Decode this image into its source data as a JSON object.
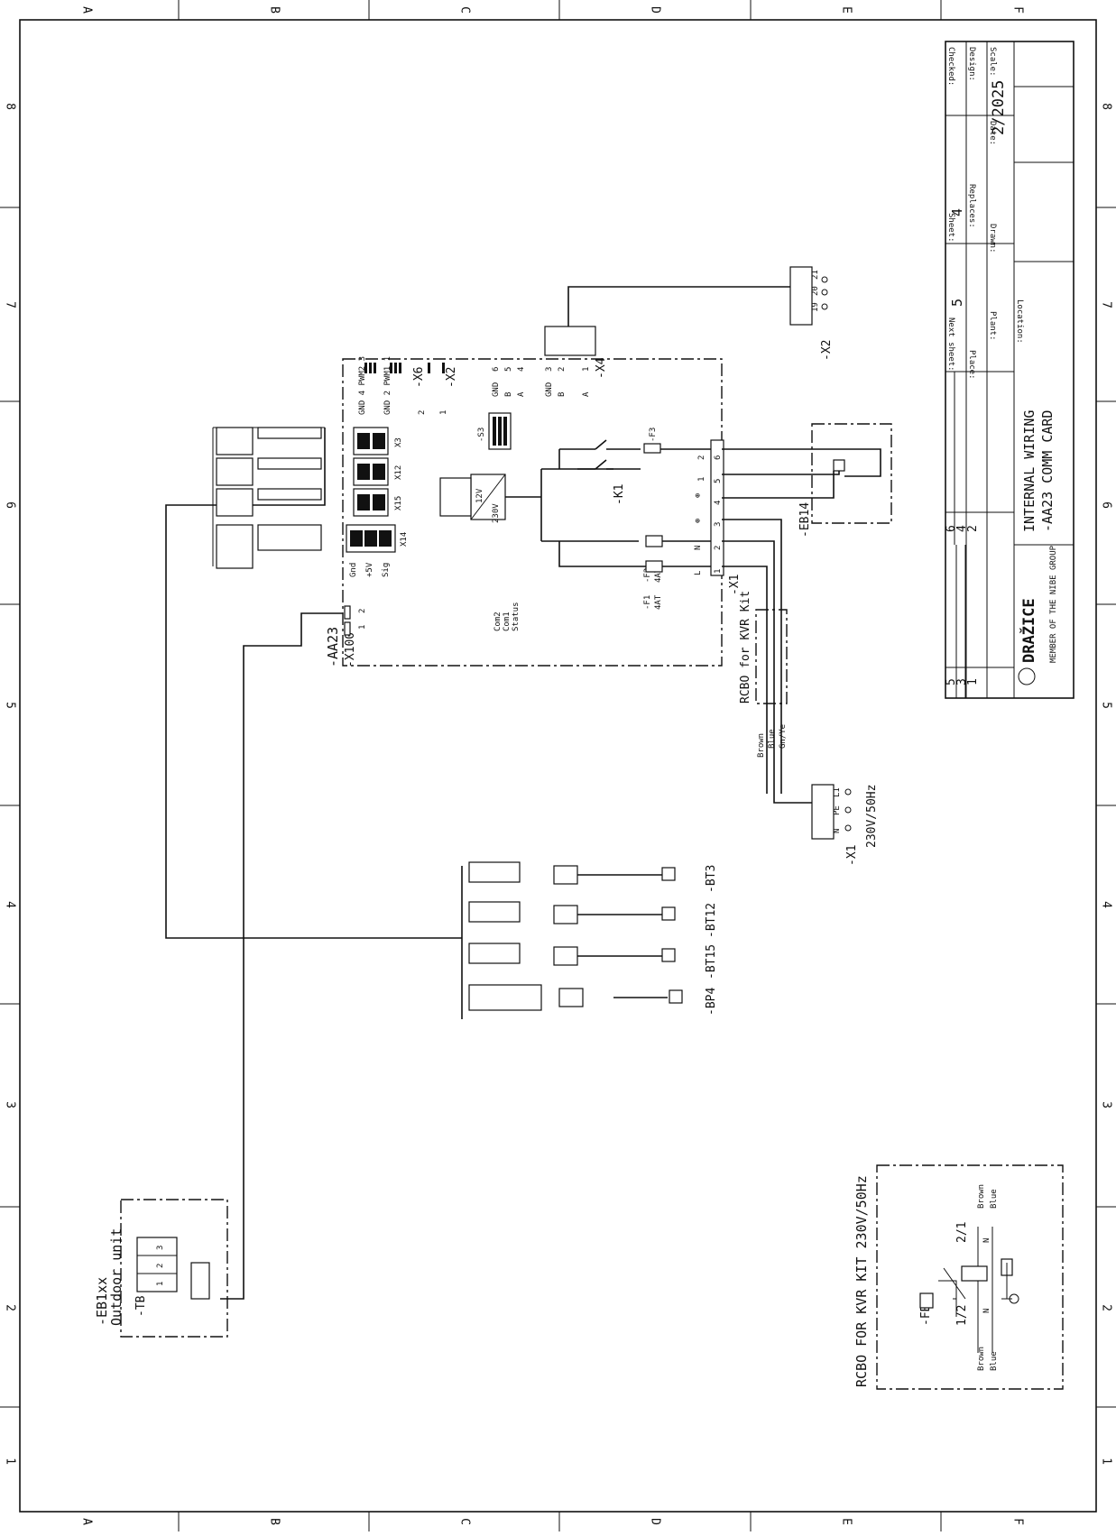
{
  "border": {
    "columns": [
      "A",
      "B",
      "C",
      "D",
      "E",
      "F"
    ],
    "rows": [
      "8",
      "7",
      "6",
      "5",
      "4",
      "3",
      "2",
      "1"
    ]
  },
  "title_block": {
    "checked_label": "Checked:",
    "scale_label": "Scale:",
    "design_label": "Design:",
    "date_label": "Date:",
    "date_value": "2/2025",
    "sheet_label": "Sheet:",
    "sheet_value": "4",
    "replaces_label": "Replaces:",
    "drawn_label": "Drawn:",
    "next_sheet_label": "Next sheet:",
    "next_sheet_value": "5",
    "plant_label": "Plant:",
    "place_label": "Place:",
    "location_label": "Location:",
    "title_line1": "INTERNAL WIRING",
    "title_line2": "-AA23 COMM CARD",
    "rev_left": [
      "5",
      "3",
      "1"
    ],
    "rev_right": [
      "6",
      "4",
      "2"
    ],
    "logo_text": "DRAŽICE",
    "logo_sub": "MEMBER OF THE NIBE GROUP"
  },
  "card": {
    "designation": "-AA23",
    "x100": "-X100",
    "x100_pins": [
      "2",
      "1"
    ],
    "x6": "-X6",
    "x2": "-X2",
    "x4": "-X4",
    "x2_pins": [
      "6",
      "5",
      "4",
      "3",
      "2",
      "1"
    ],
    "x2_sig": [
      "GND",
      "B",
      "A",
      "GND",
      "B",
      "A"
    ],
    "x6_pins": [
      "2",
      "1"
    ],
    "pwm2": "GND 4 PWM2 3",
    "pwm1": "GND 2 PWM1 1",
    "x3": "X3",
    "x12": "X12",
    "x15": "X15",
    "x14": "X14",
    "x14_sig": [
      "Gnd",
      "+5V",
      "Sig"
    ],
    "s3": "-S3",
    "leds": [
      "Com2",
      "Com1",
      "Status"
    ],
    "psu": [
      "12V",
      "230V"
    ],
    "k1": "-K1",
    "f1": "-F1",
    "f1_rating": "4AT",
    "f2": "-F2",
    "f2_rating": "4AT",
    "f3": "-F3",
    "x1": "-X1",
    "x1_sig": [
      "L",
      "N",
      "⊕",
      "⊕"
    ],
    "x1_pins": [
      "1",
      "2",
      "3",
      "4",
      "5",
      "6"
    ],
    "x1_pins_upper": [
      "1",
      "2"
    ]
  },
  "external": {
    "x2_ext": "-X2",
    "x2_ext_pins": [
      "19",
      "20",
      "21"
    ],
    "eb14": "-EB14",
    "rcbo_label": "RCBO for KVR Kit",
    "supply": "230V/50Hz",
    "supply_term": "-X1",
    "supply_pins": [
      "N",
      "PE",
      "L1"
    ],
    "wires": [
      "Brown",
      "Blue",
      "Gn/Ye"
    ],
    "sensors": [
      "-BT3",
      "-BT12",
      "-BT15",
      "-BP4"
    ],
    "outdoor": "-EB1xx",
    "outdoor_sub": "Outdoor unit",
    "tb": "-TB",
    "tb_pins": [
      "1",
      "2",
      "3"
    ]
  },
  "inset": {
    "title": "RCBO FOR KVR KIT 230V/50Hz",
    "fb1": "-FB1",
    "in_label": "1/2",
    "out_label": "2/1",
    "n_label": "N",
    "brown": "Brown",
    "blue": "Blue"
  }
}
